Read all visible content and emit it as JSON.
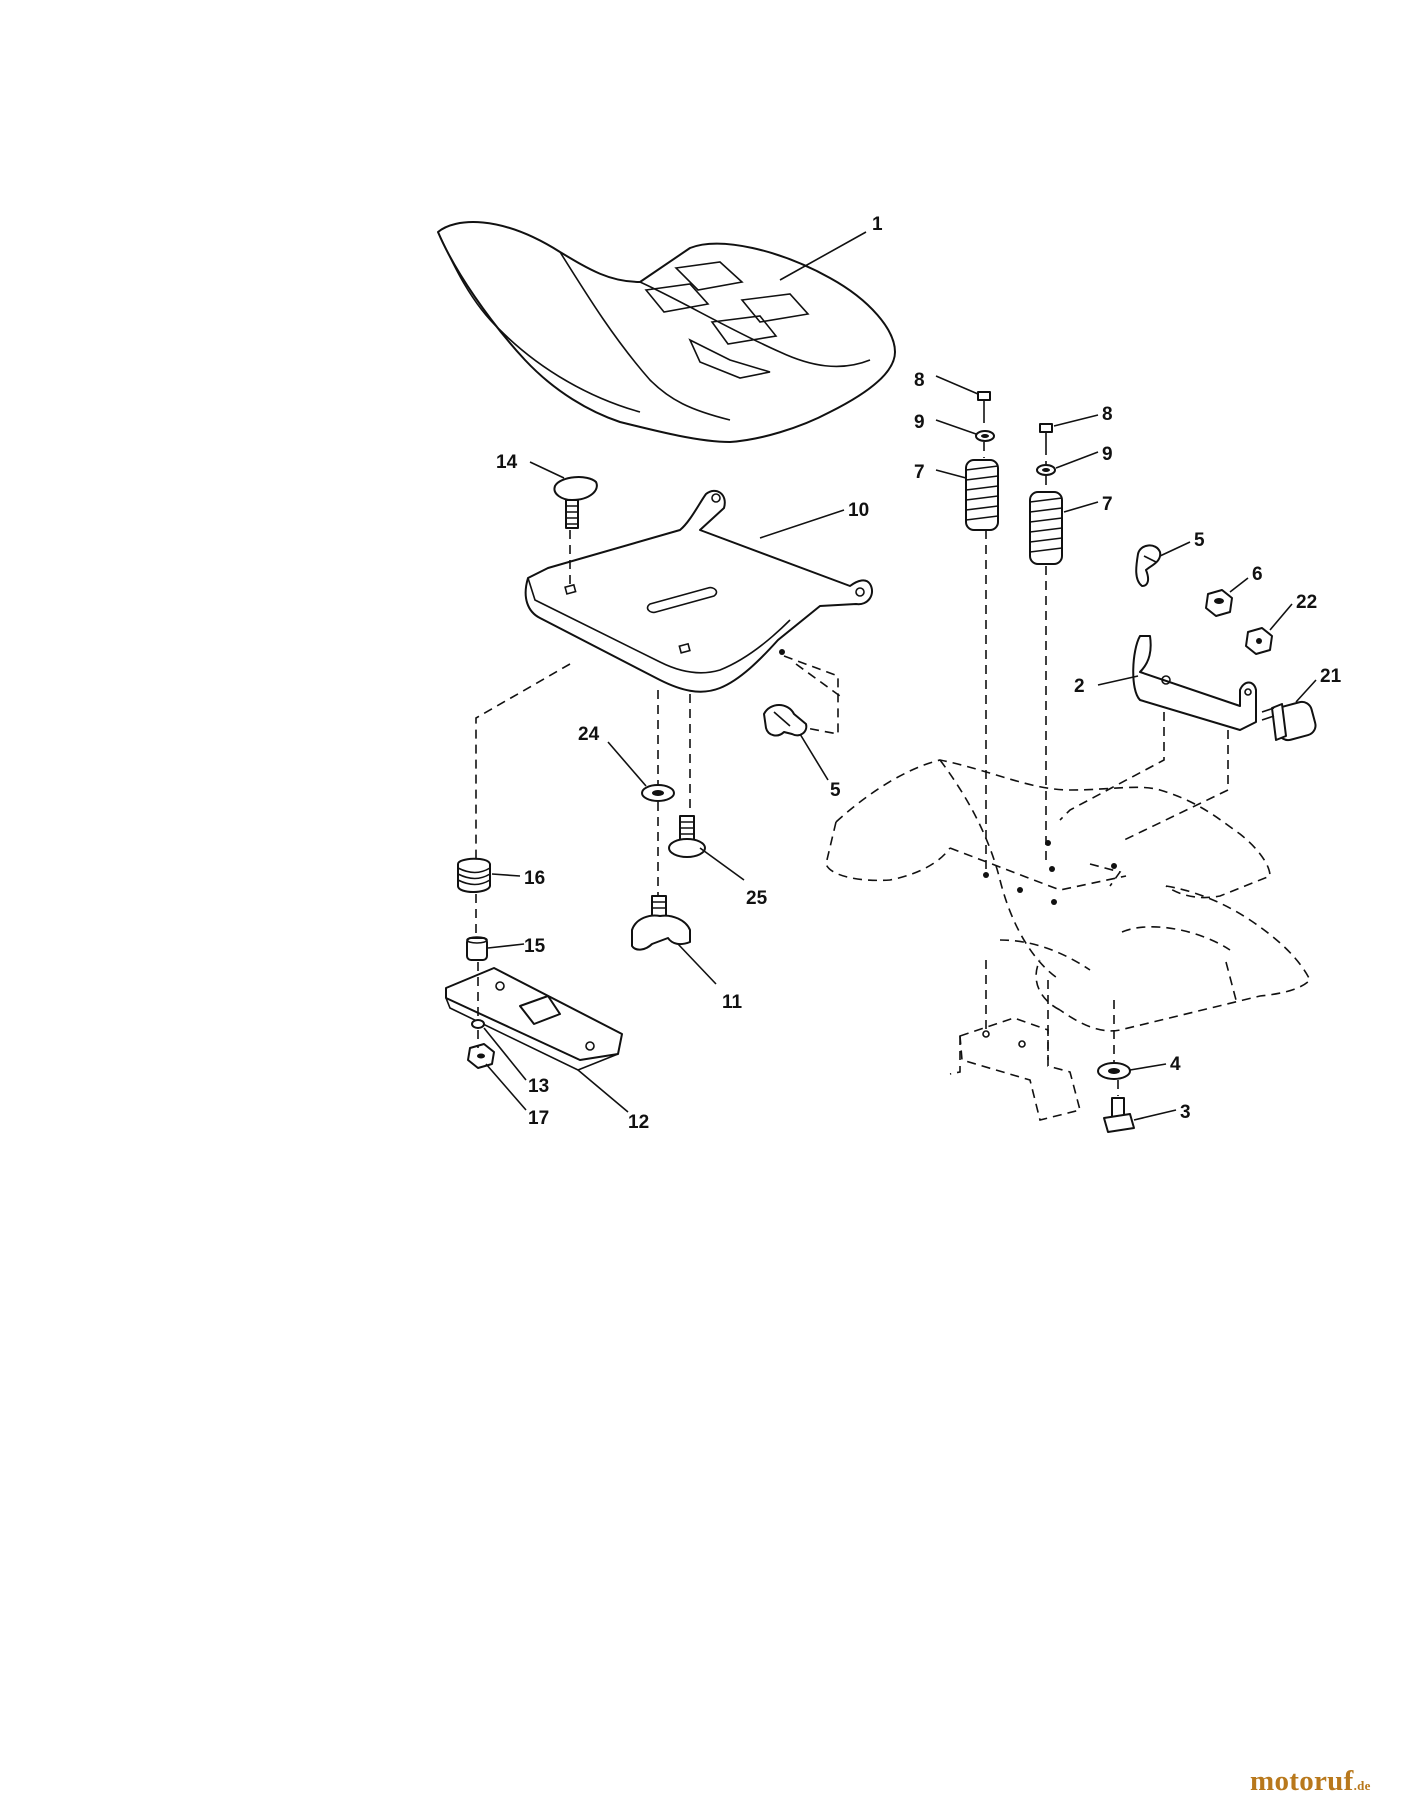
{
  "diagram": {
    "callouts": {
      "c1": "1",
      "c2": "2",
      "c3": "3",
      "c4": "4",
      "c5a": "5",
      "c5b": "5",
      "c6": "6",
      "c7a": "7",
      "c7b": "7",
      "c8a": "8",
      "c8b": "8",
      "c9a": "9",
      "c9b": "9",
      "c10": "10",
      "c11": "11",
      "c12": "12",
      "c13": "13",
      "c14": "14",
      "c15": "15",
      "c16": "16",
      "c17": "17",
      "c21": "21",
      "c22": "22",
      "c24": "24",
      "c25": "25"
    }
  },
  "watermark": {
    "brand": "motoruf",
    "tld": ".de"
  }
}
